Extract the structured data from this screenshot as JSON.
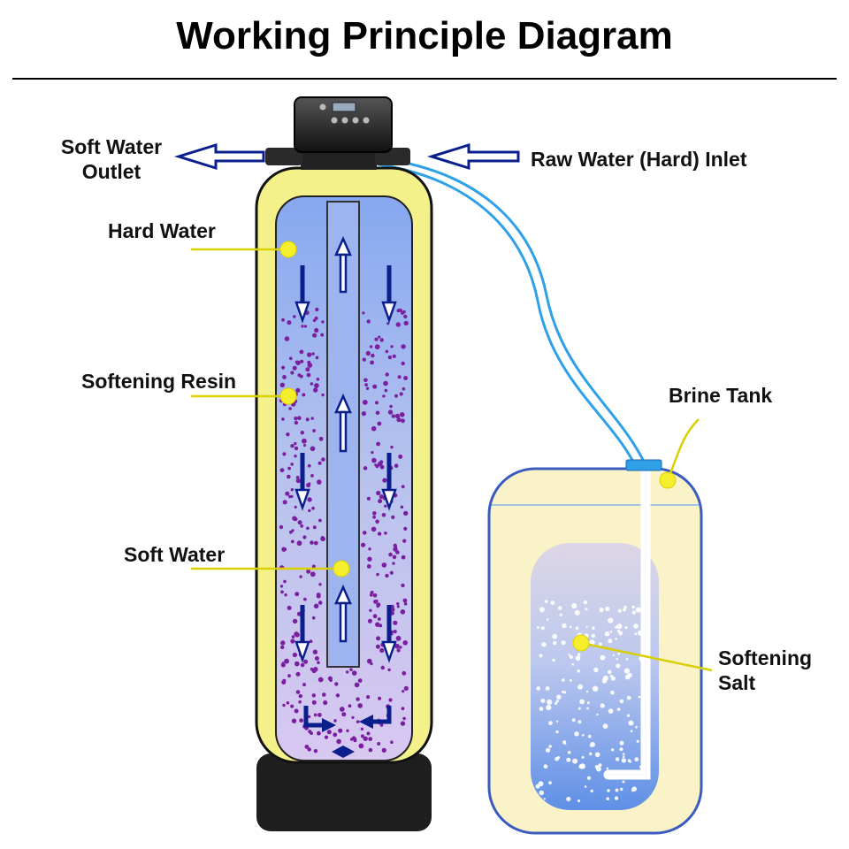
{
  "title": "Working Principle Diagram",
  "labels": {
    "soft_water_outlet_line1": "Soft Water",
    "soft_water_outlet_line2": "Outlet",
    "raw_water_inlet": "Raw Water (Hard) Inlet",
    "hard_water": "Hard Water",
    "softening_resin": "Softening Resin",
    "soft_water": "Soft Water",
    "brine_tank": "Brine Tank",
    "softening_salt_line1": "Softening",
    "softening_salt_line2": "Salt"
  },
  "colors": {
    "tank_shell": "#f4f08a",
    "tank_outline": "#111111",
    "water_top": "#8fb0f0",
    "water_bottom": "#d2c6f0",
    "resin_bead": "#7a1fa0",
    "flow_arrow": "#0a1e8c",
    "leader_line": "#d8d000",
    "marker_dot": "#f4ee2c",
    "brine_tank_fill": "#fbf3c8",
    "brine_outline": "#3a5cc0",
    "tube": "#2fa0e8",
    "base": "#1e1e1e"
  }
}
